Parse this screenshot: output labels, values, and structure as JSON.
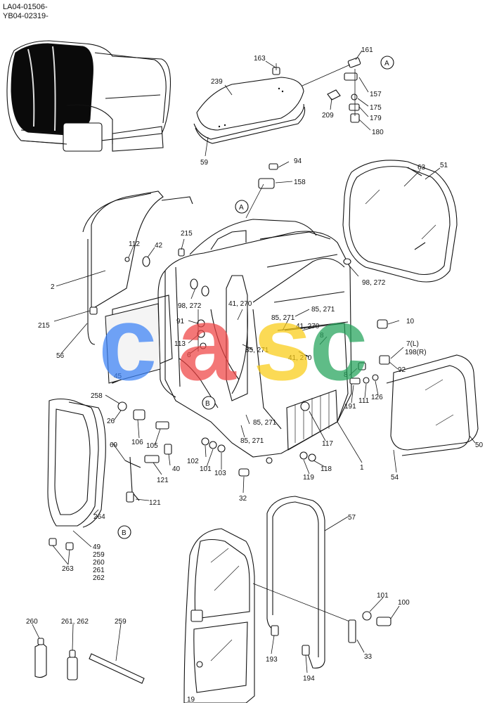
{
  "header": {
    "code_line_1": "LA04-01506-",
    "code_line_2": "YB04-02319-"
  },
  "callouts": {
    "A": "A",
    "B": "B"
  },
  "watermark": {
    "letters": [
      "c",
      "a",
      "s",
      "c"
    ],
    "colors": [
      "#3b82f6",
      "#ef4444",
      "#facc15",
      "#22a35a"
    ]
  },
  "part_labels": {
    "p163": "163",
    "p161": "161",
    "p157": "157",
    "p175": "175",
    "p179": "179",
    "p180": "180",
    "p209": "209",
    "p239": "239",
    "p59": "59",
    "p94": "94",
    "p158": "158",
    "p63": "63",
    "p51": "51",
    "p98_272_r": "98, 272",
    "p215_top": "215",
    "p112": "112",
    "p42": "42",
    "p2": "2",
    "p98_272_l": "98, 272",
    "p41_270_a": "41, 270",
    "p85_271_a": "85, 271",
    "p85_271_b": "85, 271",
    "p41_270_b": "41, 270",
    "p10": "10",
    "p91": "91",
    "p113": "113",
    "p6": "6",
    "p8_a": "8",
    "p85_271_c": "85, 271",
    "p41_270_c": "41, 270",
    "p7L": "7(L)",
    "p198R": "198(R)",
    "p92": "92",
    "p8_b": "8",
    "p215_left": "215",
    "p56": "56",
    "p45": "45",
    "p126": "126",
    "p111": "111",
    "p191": "191",
    "p50": "50",
    "p258": "258",
    "p26": "26",
    "p85_271_d": "85, 271",
    "p106": "106",
    "p105": "105",
    "p85_271_e": "85, 271",
    "p117": "117",
    "p69": "69",
    "p102": "102",
    "p101_mid": "101",
    "p103": "103",
    "p40": "40",
    "p121_a": "121",
    "p118": "118",
    "p119": "119",
    "p1": "1",
    "p54": "54",
    "p121_b": "121",
    "p32": "32",
    "p264": "264",
    "p57": "57",
    "p49": "49",
    "p259": "259",
    "p260": "260",
    "p261": "261",
    "p262": "262",
    "p263": "263",
    "p101_bot": "101",
    "p100": "100",
    "p33": "33",
    "p193": "193",
    "p194": "194",
    "p260_b": "260",
    "p261_262": "261, 262",
    "p259_b": "259",
    "p19": "19"
  }
}
